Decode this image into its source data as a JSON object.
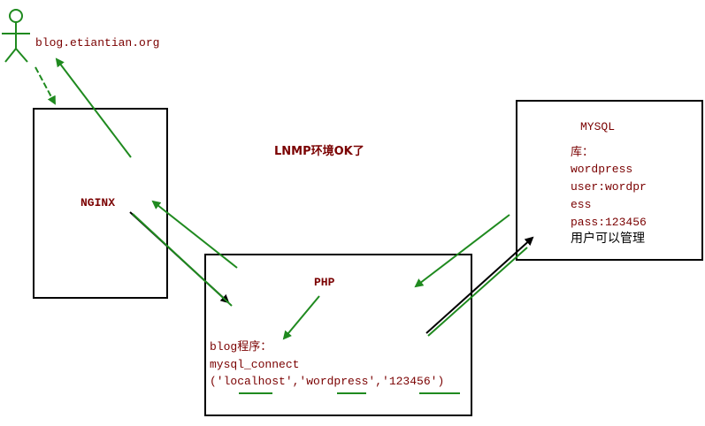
{
  "user": {
    "url": "blog.etiantian.org"
  },
  "status": "LNMP环境OK了",
  "nginx": {
    "label": "NGINX"
  },
  "php": {
    "label": "PHP",
    "line1": "blog程序：",
    "line2": "mysql_connect",
    "line3": "('localhost','wordpress','123456')"
  },
  "mysql": {
    "label": "MYSQL",
    "line1": "库：",
    "line2": "wordpress",
    "line3": "user:wordpr",
    "line4": "ess",
    "line5": "pass:123456",
    "line6": "用户可以管理"
  },
  "colors": {
    "arrow_green": "#1f8a1f",
    "arrow_black": "#000000",
    "text_red": "#7a0000",
    "box_border": "#000000"
  }
}
